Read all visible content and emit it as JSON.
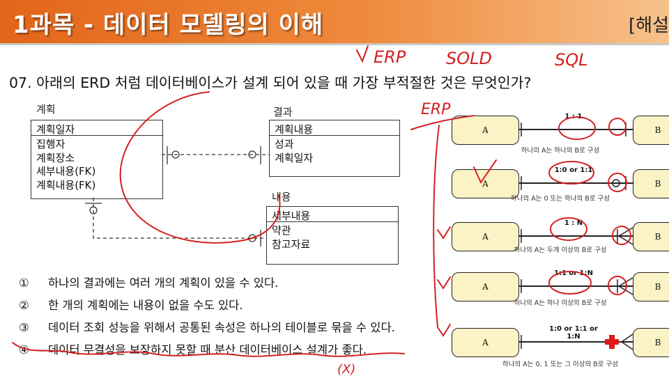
{
  "header": {
    "title": "1과목 - 데이터 모델링의 이해",
    "tag": "[해설"
  },
  "question": {
    "text": "07. 아래의 ERD 처럼 데이터베이스가 설계 되어 있을 때 가장 부적절한 것은 무엇인가?"
  },
  "erd": {
    "plan": {
      "label": "계획",
      "key": "계획일자",
      "attributes": [
        "집행자",
        "계획장소",
        "세부내용(FK)",
        "계획내용(FK)"
      ]
    },
    "result": {
      "label": "결과",
      "key": "계획내용",
      "attributes": [
        "성과",
        "계획일자"
      ]
    },
    "content": {
      "label": "내용",
      "key": "세부내용",
      "attributes": [
        "약관",
        "참고자료"
      ]
    }
  },
  "options": [
    {
      "num": "①",
      "text": "하나의 결과에는 여러 개의 계획이 있을 수 있다."
    },
    {
      "num": "②",
      "text": "한 개의 계획에는 내용이 없을 수도 있다."
    },
    {
      "num": "③",
      "text": "데이터 조회 성능을 위해서 공통된 속성은 하나의 테이블로 묶을 수 있다."
    },
    {
      "num": "④",
      "text": "데이터 무결성을 보장하지 못할 때 분산 데이터베이스 설계가 좋다."
    }
  ],
  "notation": [
    {
      "a": "A",
      "b": "B",
      "card": "1 : 1",
      "desc": "하나의 A는 하나의 B로 구성"
    },
    {
      "a": "A",
      "b": "B",
      "card": "1:0 or 1:1",
      "desc": "하나의 A는 0 또는 하나의 B로 구성"
    },
    {
      "a": "A",
      "b": "B",
      "card": "1 : N",
      "desc": "하나의 A는 두개 이상의 B로 구성"
    },
    {
      "a": "A",
      "b": "B",
      "card": "1:1 or 1:N",
      "desc": "하나의 A는 하나 이상의 B로 구성"
    },
    {
      "a": "A",
      "b": "B",
      "card": "1:0 or 1:1 or 1:N",
      "desc": "하나의 A는 0, 1 또는 그 이상의 B로 구성"
    }
  ],
  "annotations": {
    "erp_top": "ERP",
    "sold": "SOLD",
    "sql": "SQL",
    "erp_side": "ERP",
    "x_mark": "(X)"
  },
  "colors": {
    "header_start": "#e2651a",
    "header_end": "#f6c18c",
    "entity_fill": "#fbf2c5",
    "annotation_red": "#d42020",
    "marker_red": "#e01818"
  }
}
